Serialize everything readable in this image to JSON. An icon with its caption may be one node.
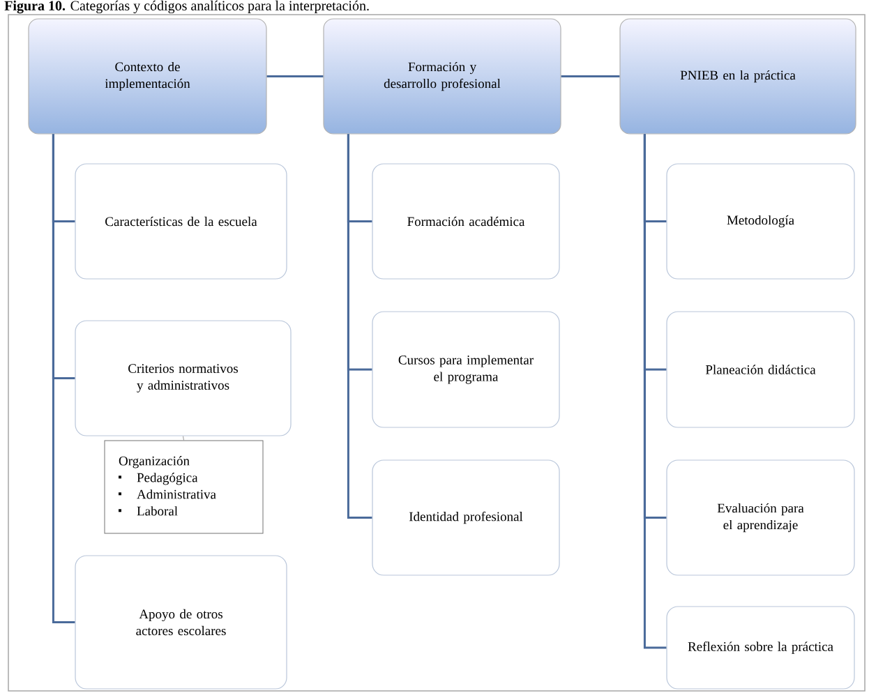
{
  "diagram": {
    "title": "**Figura 10.** Categorías y códigos analíticos para la interpretación.",
    "nodes": [
      {
        "text": [
          "Contexto de implementación"
        ]
      },
      {
        "text": [
          "Formación y desarrollo profesional"
        ]
      },
      {
        "text": [
          "PNIEB en la práctica"
        ]
      },
      {
        "text": [
          "Características de la escuela"
        ]
      },
      {
        "text": [
          "Criterios normativos y administrativos"
        ]
      },
      {
        "text": [
          "Organización",
          "Pedagógica",
          "Administrativa",
          "Laboral"
        ]
      },
      {
        "text": [
          "Apoyo de otros actores escolares"
        ]
      },
      {
        "text": [
          "Formación académica"
        ]
      },
      {
        "text": [
          "Cursos para implementar el programa"
        ]
      },
      {
        "text": [
          "Identidad profesional"
        ]
      },
      {
        "text": [
          "Metodología"
        ]
      },
      {
        "text": [
          "Planeación didáctica"
        ]
      },
      {
        "text": [
          "Evaluación para el aprendizaje"
        ]
      },
      {
        "text": [
          "Reflexión sobre la práctica"
        ]
      }
    ],
    "edges": [
      {
        "from": 0,
        "to": 1,
        "arrow": "none"
      },
      {
        "from": 1,
        "to": 2,
        "arrow": "none"
      },
      {
        "from": 0,
        "to": 3,
        "arrow": "none"
      },
      {
        "from": 0,
        "to": 4,
        "arrow": "none"
      },
      {
        "from": 0,
        "to": 6,
        "arrow": "none"
      },
      {
        "from": 4,
        "to": 5,
        "arrow": "none",
        "color": "#9a9a9a"
      },
      {
        "from": 1,
        "to": 7,
        "arrow": "none"
      },
      {
        "from": 1,
        "to": 8,
        "arrow": "none"
      },
      {
        "from": 1,
        "to": 9,
        "arrow": "none"
      },
      {
        "from": 2,
        "to": 10,
        "arrow": "none"
      },
      {
        "from": 2,
        "to": 11,
        "arrow": "none"
      },
      {
        "from": 2,
        "to": 12,
        "arrow": "none"
      },
      {
        "from": 2,
        "to": 13,
        "arrow": "none"
      }
    ]
  }
}
